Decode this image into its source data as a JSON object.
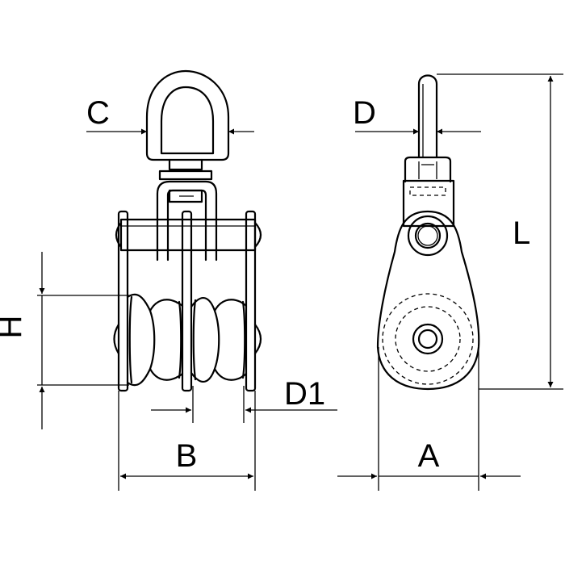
{
  "diagram": {
    "labels": {
      "C": "C",
      "D": "D",
      "L": "L",
      "H": "H",
      "D1": "D1",
      "B": "B",
      "A": "A"
    },
    "line_color": "#000000",
    "background": "#ffffff"
  }
}
